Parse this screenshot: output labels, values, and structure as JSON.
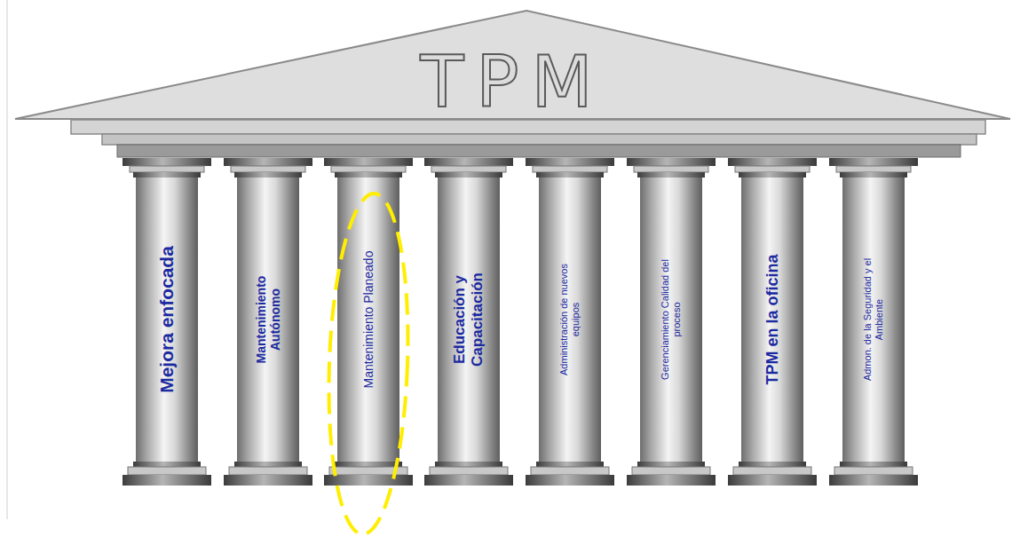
{
  "diagram": {
    "nodes": [
      {
        "text": [
          "TPM"
        ]
      },
      {
        "text": [
          "Mejora enfocada"
        ]
      },
      {
        "text": [
          "Mantenimiento Autónomo"
        ]
      },
      {
        "text": [
          "Mantenimiento Planeado"
        ]
      },
      {
        "text": [
          "Educación y Capacitación"
        ]
      },
      {
        "text": [
          "Administración de nuevos equipos"
        ]
      },
      {
        "text": [
          "Gerenciamiento Calidad del proceso"
        ]
      },
      {
        "text": [
          "TPM en la oficina"
        ]
      },
      {
        "text": [
          "Admon. de la Seguridad y el Ambiente"
        ]
      }
    ]
  }
}
